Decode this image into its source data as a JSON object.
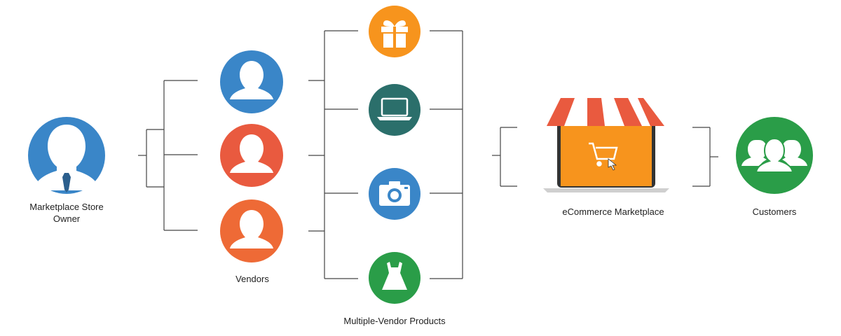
{
  "owner": {
    "label": "Marketplace Store Owner",
    "line1": "Marketplace Store",
    "line2": "Owner",
    "color": "#3a86c8",
    "icon": "business-person-icon"
  },
  "vendors": {
    "label": "Vendors",
    "items": [
      {
        "color": "#3a86c8",
        "icon": "person-icon"
      },
      {
        "color": "#e95a3f",
        "icon": "person-icon"
      },
      {
        "color": "#ee6a36",
        "icon": "person-icon"
      }
    ]
  },
  "products": {
    "label": "Multiple-Vendor Products",
    "items": [
      {
        "color": "#f7941d",
        "icon": "gift-icon"
      },
      {
        "color": "#2b6f6b",
        "icon": "laptop-icon"
      },
      {
        "color": "#3a86c8",
        "icon": "camera-icon"
      },
      {
        "color": "#2a9d48",
        "icon": "dress-icon"
      }
    ]
  },
  "marketplace": {
    "label": "eCommerce Marketplace",
    "screen_color": "#f7941d",
    "awning_color": "#e95a3f",
    "icon": "shop-cart-icon"
  },
  "customers": {
    "label": "Customers",
    "color": "#2a9d48",
    "icon": "group-icon"
  },
  "connector_color": "#444444"
}
